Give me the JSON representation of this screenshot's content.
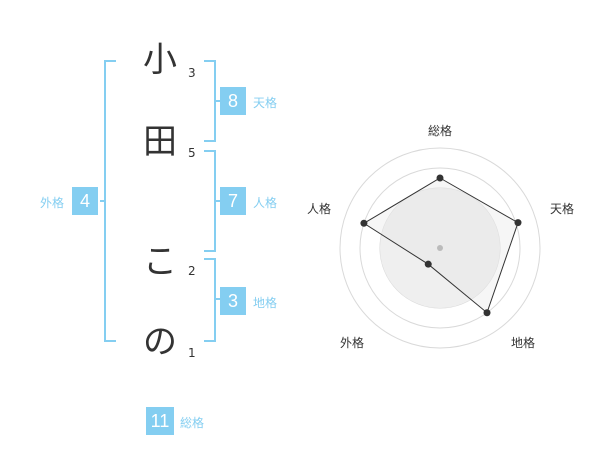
{
  "name": {
    "chars": [
      "小",
      "田",
      "こ",
      "の"
    ],
    "strokes": [
      "3",
      "5",
      "2",
      "1"
    ]
  },
  "kaku": {
    "tenkaku": {
      "value": "8",
      "label": "天格"
    },
    "jinkaku": {
      "value": "7",
      "label": "人格"
    },
    "chikaku": {
      "value": "3",
      "label": "地格"
    },
    "gaikaku": {
      "value": "4",
      "label": "外格"
    },
    "soukaku": {
      "value": "11",
      "label": "総格"
    }
  },
  "radar": {
    "axes": [
      "総格",
      "天格",
      "地格",
      "外格",
      "人格"
    ],
    "values": [
      0.7,
      0.82,
      0.8,
      0.2,
      0.8
    ],
    "colors": {
      "grid": "#d9d9d9",
      "fill": "#efefef",
      "line": "#333333",
      "center": "#bbbbbb"
    }
  }
}
